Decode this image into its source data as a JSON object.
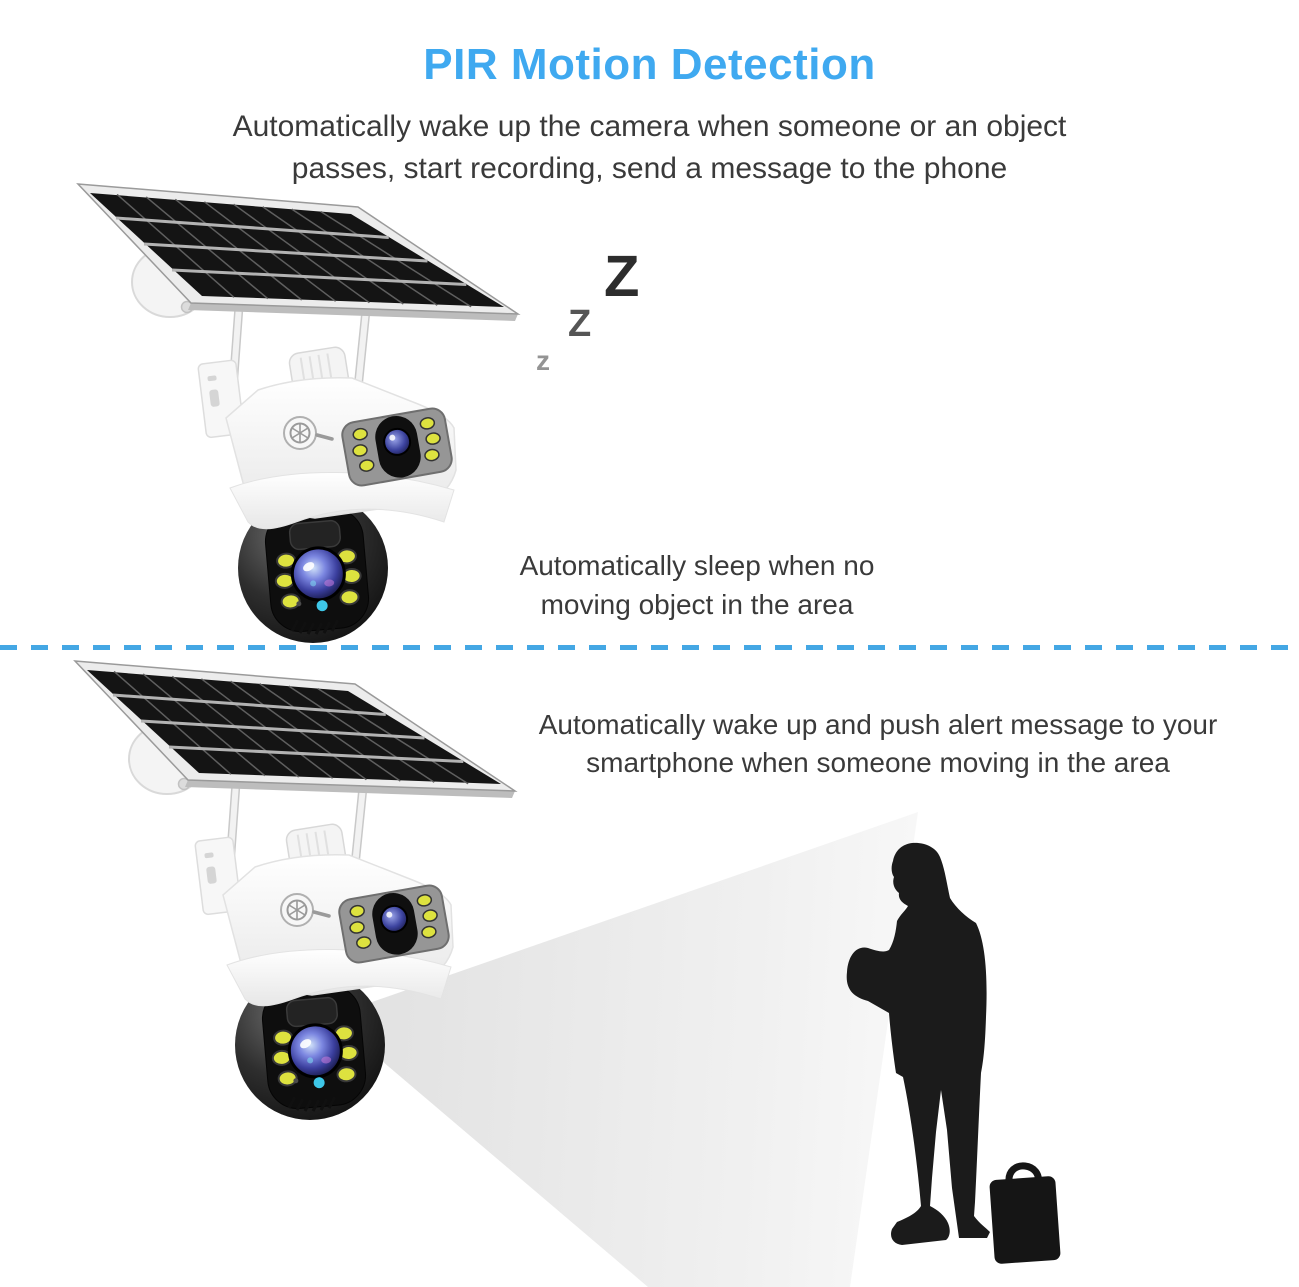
{
  "header": {
    "title": "PIR Motion Detection",
    "subtitle_line1": "Automatically wake up the camera when someone or an object",
    "subtitle_line2": "passes, start recording, send a message to the phone"
  },
  "sleep_section": {
    "z_large": "Z",
    "z_medium": "Z",
    "z_small": "z",
    "caption_line1": "Automatically sleep when no",
    "caption_line2": "moving object in the area"
  },
  "wake_section": {
    "caption_line1": "Automatically wake up and push alert message to your",
    "caption_line2": "smartphone when someone moving in the area"
  },
  "colors": {
    "title_blue": "#3FA9F0",
    "body_text": "#3A3A3A",
    "divider_blue": "#44A7E4",
    "solar_panel_black": "#141414",
    "camera_body_white": "#F7F7F7",
    "led_yellow": "#DDE23F",
    "status_led_cyan": "#3EC7E8",
    "lens_blue": "#3D44A0",
    "detection_beam_gray": "#E4E4E4",
    "silhouette_black": "#1B1B1B"
  }
}
